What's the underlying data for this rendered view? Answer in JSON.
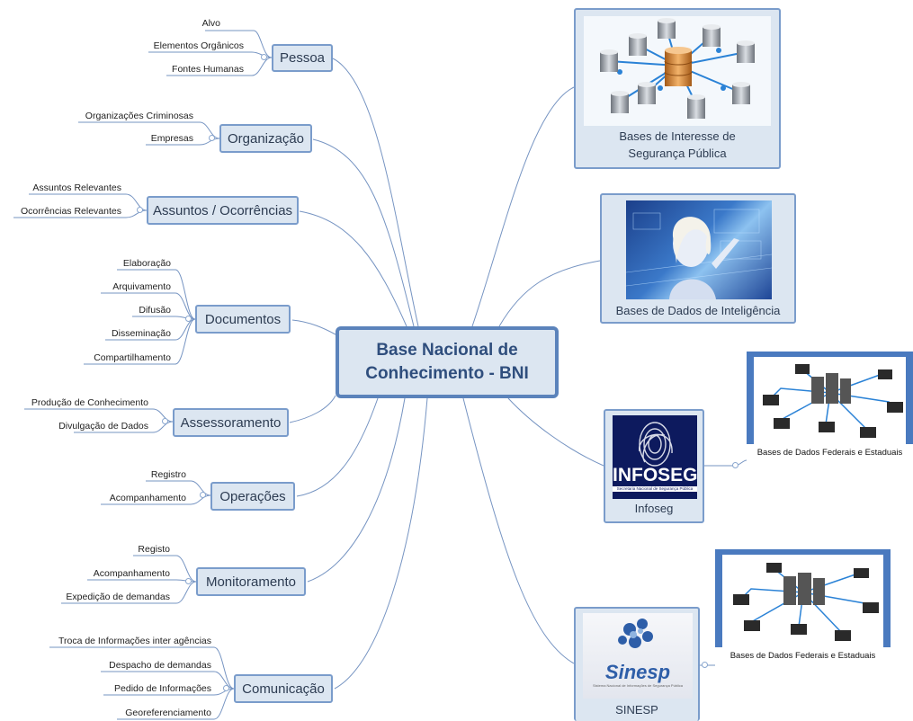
{
  "central": {
    "line1": "Base Nacional de",
    "line2": "Conhecimento - BNI"
  },
  "left_topics": [
    {
      "label": "Pessoa",
      "children": [
        "Alvo",
        "Elementos Orgânicos",
        "Fontes Humanas"
      ]
    },
    {
      "label": "Organização",
      "children": [
        "Organizações Criminosas",
        "Empresas"
      ]
    },
    {
      "label": "Assuntos / Ocorrências",
      "children": [
        "Assuntos Relevantes",
        "Ocorrências Relevantes"
      ]
    },
    {
      "label": "Documentos",
      "children": [
        "Elaboração",
        "Arquivamento",
        "Difusão",
        "Disseminação",
        "Compartilhamento"
      ]
    },
    {
      "label": "Assessoramento",
      "children": [
        "Produção de Conhecimento",
        "Divulgação de Dados"
      ]
    },
    {
      "label": "Operações",
      "children": [
        "Registro",
        "Acompanhamento"
      ]
    },
    {
      "label": "Monitoramento",
      "children": [
        "Registo",
        "Acompanhamento",
        "Expedição de demandas"
      ]
    },
    {
      "label": "Comunicação",
      "children": [
        "Troca de Informações inter agências",
        "Despacho de demandas",
        "Pedido de Informações",
        "Georeferenciamento"
      ]
    }
  ],
  "right_topics": {
    "bases_interesse": {
      "line1": "Bases de Interesse de",
      "line2": "Segurança Pública"
    },
    "bases_inteligencia": {
      "label": "Bases de Dados de Inteligência"
    },
    "infoseg": {
      "label": "Infoseg",
      "logo_text": "INFOSEG",
      "logo_subtitle": "Secretaria Nacional de Segurança Pública"
    },
    "sinesp": {
      "label": "SINESP",
      "logo_text": "Sinesp",
      "logo_subtitle": "Sistema Nacional de Informações de Segurança Pública"
    },
    "federal_bases_1": {
      "label": "Bases de Dados Federais e Estaduais"
    },
    "federal_bases_2": {
      "label": "Bases de Dados Federais e Estaduais"
    }
  },
  "colors": {
    "topic_fill": "#dce6f1",
    "topic_border": "#7a9ccb",
    "central_border": "#5b83bb",
    "connector": "#6f8fbd",
    "panel_blue": "#4a7abf",
    "infoseg_navy": "#0d1a5e"
  }
}
